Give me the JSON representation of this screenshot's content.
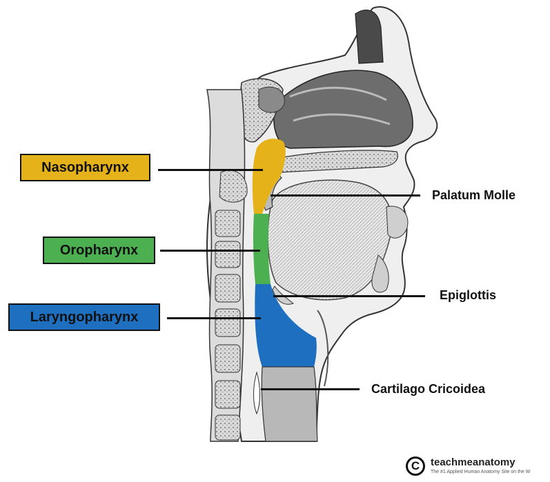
{
  "regions": [
    {
      "id": "nasopharynx",
      "label": "Nasopharynx",
      "color": "#e6b21a"
    },
    {
      "id": "oropharynx",
      "label": "Oropharynx",
      "color": "#4caf50"
    },
    {
      "id": "laryngopharynx",
      "label": "Laryngopharynx",
      "color": "#1e6fc0"
    }
  ],
  "annotations": {
    "palatum_molle": "Palatum Molle",
    "epiglottis": "Epiglottis",
    "cartilago_cricoidea": "Cartilago Cricoidea"
  },
  "credit": {
    "symbol": "C",
    "brand": "teachmeanatomy",
    "tagline": "The #1 Applied Human Anatomy Site on the W"
  },
  "colors": {
    "nasopharynx": "#e6b21a",
    "oropharynx": "#4caf50",
    "laryngopharynx": "#1e6fc0",
    "label_border": "#111111"
  }
}
